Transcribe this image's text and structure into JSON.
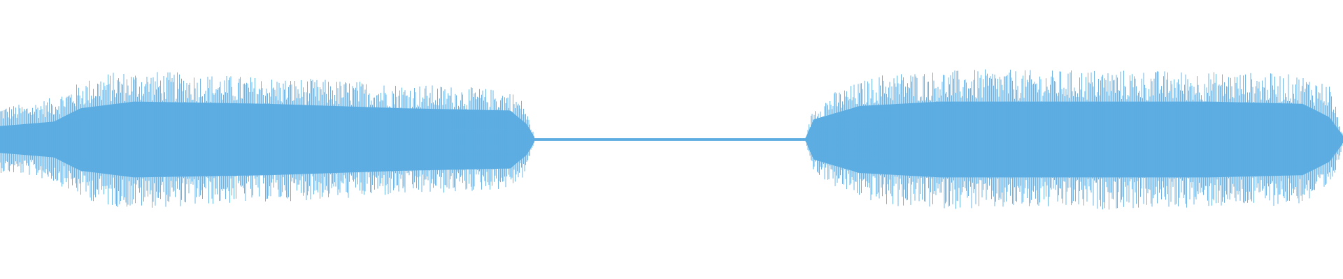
{
  "waveform": {
    "color": "#5dade2",
    "background": "#ffffff",
    "segments": [
      {
        "name": "first-sound-region",
        "start_fraction": 0.0,
        "end_fraction": 0.398,
        "envelope": [
          [
            0.0,
            0.3
          ],
          [
            0.02,
            0.32
          ],
          [
            0.04,
            0.38
          ],
          [
            0.06,
            0.52
          ],
          [
            0.08,
            0.6
          ],
          [
            0.1,
            0.62
          ],
          [
            0.14,
            0.6
          ],
          [
            0.18,
            0.57
          ],
          [
            0.22,
            0.55
          ],
          [
            0.26,
            0.53
          ],
          [
            0.3,
            0.5
          ],
          [
            0.34,
            0.48
          ],
          [
            0.38,
            0.44
          ],
          [
            0.39,
            0.34
          ],
          [
            0.398,
            0.03
          ]
        ],
        "core_envelope": [
          [
            0.0,
            0.12
          ],
          [
            0.04,
            0.16
          ],
          [
            0.06,
            0.28
          ],
          [
            0.1,
            0.34
          ],
          [
            0.2,
            0.32
          ],
          [
            0.3,
            0.28
          ],
          [
            0.38,
            0.26
          ],
          [
            0.392,
            0.14
          ],
          [
            0.398,
            0.02
          ]
        ]
      },
      {
        "name": "silence-region",
        "start_fraction": 0.398,
        "end_fraction": 0.6,
        "amplitude": 0.012
      },
      {
        "name": "second-sound-region",
        "start_fraction": 0.6,
        "end_fraction": 1.0,
        "envelope": [
          [
            0.6,
            0.02
          ],
          [
            0.605,
            0.28
          ],
          [
            0.62,
            0.42
          ],
          [
            0.64,
            0.52
          ],
          [
            0.66,
            0.6
          ],
          [
            0.7,
            0.62
          ],
          [
            0.74,
            0.63
          ],
          [
            0.78,
            0.62
          ],
          [
            0.82,
            0.63
          ],
          [
            0.86,
            0.62
          ],
          [
            0.9,
            0.61
          ],
          [
            0.94,
            0.6
          ],
          [
            0.97,
            0.58
          ],
          [
            0.99,
            0.5
          ],
          [
            1.0,
            0.05
          ]
        ],
        "core_envelope": [
          [
            0.6,
            0.02
          ],
          [
            0.606,
            0.18
          ],
          [
            0.64,
            0.3
          ],
          [
            0.7,
            0.34
          ],
          [
            0.8,
            0.34
          ],
          [
            0.9,
            0.34
          ],
          [
            0.97,
            0.32
          ],
          [
            0.99,
            0.2
          ],
          [
            1.0,
            0.03
          ]
        ]
      }
    ]
  }
}
